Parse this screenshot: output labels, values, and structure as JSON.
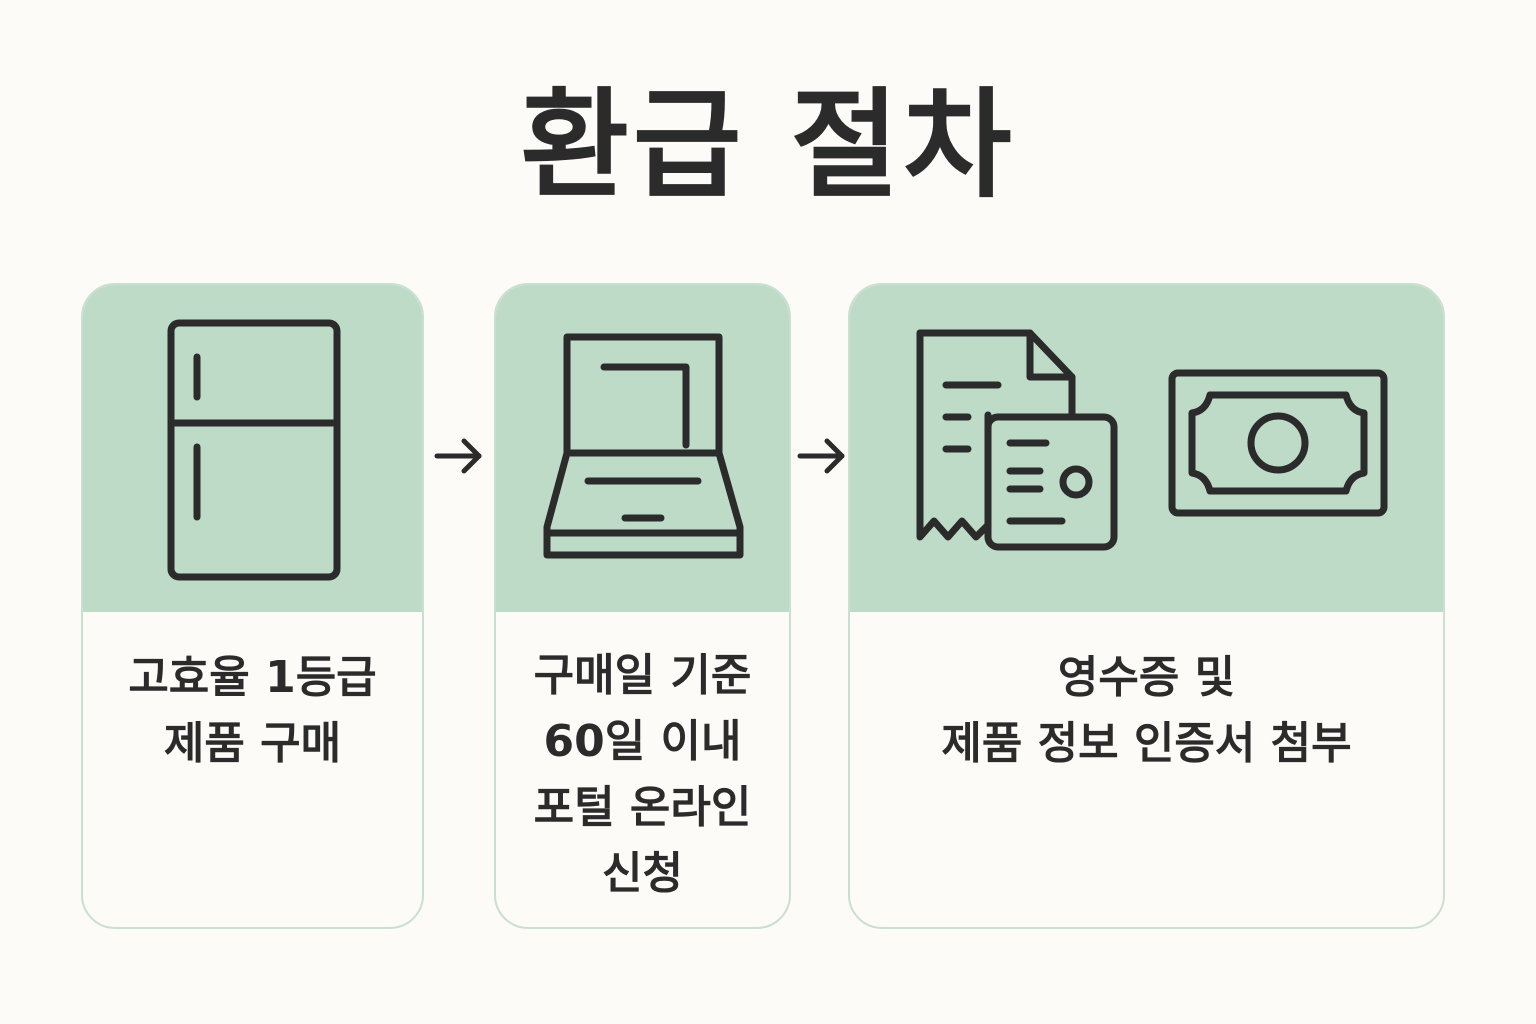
{
  "title": "환급 절차",
  "steps": [
    {
      "lines": [
        "고효율 1등급",
        "제품 구매"
      ]
    },
    {
      "lines": [
        "구매일 기준",
        "60일 이내",
        "포털 온라인",
        "신청"
      ]
    },
    {
      "lines": [
        "영수증 및",
        "제품 정보 인증서 첨부"
      ]
    }
  ],
  "icons": {
    "step1": "refrigerator-icon",
    "step2": "laptop-icon",
    "step3a": "receipt-document-icon",
    "step3b": "banknote-icon",
    "arrow": "arrow-right-icon"
  },
  "colors": {
    "background": "#fcfbf7",
    "card_header": "#bddbc7",
    "card_border": "#c9dfcf",
    "ink": "#2b2b2b"
  }
}
